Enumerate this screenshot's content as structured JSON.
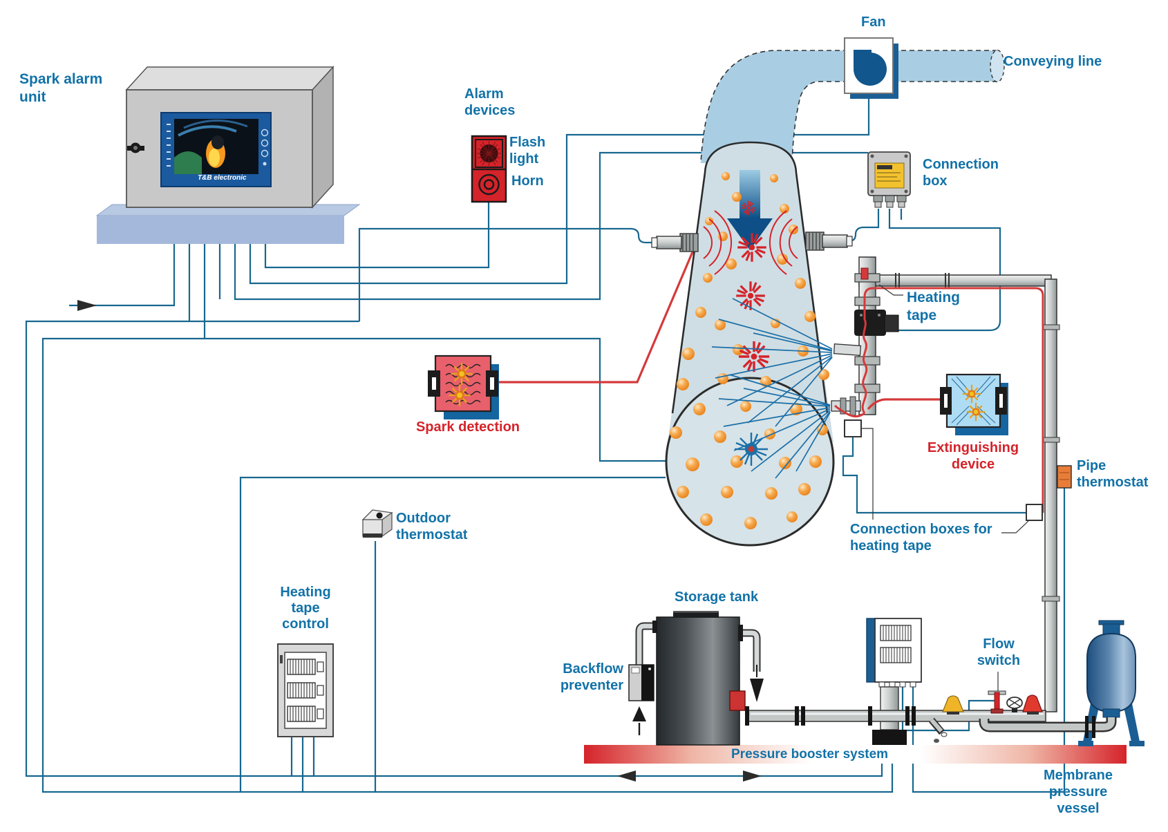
{
  "title": "Spark extinguishing system diagram",
  "labels": {
    "spark_alarm_unit": "Spark alarm\nunit",
    "alarm_devices": "Alarm\ndevices",
    "flash_light": "Flash\nlight",
    "horn": "Horn",
    "fan": "Fan",
    "conveying_line": "Conveying line",
    "connection_box": "Connection\nbox",
    "heating_tape": "Heating\ntape",
    "spark_detection": "Spark detection",
    "extinguishing_device": "Extinguishing\ndevice",
    "pipe_thermostat": "Pipe\nthermostat",
    "connection_boxes_for_heating_tape": "Connection boxes for\nheating tape",
    "outdoor_thermostat": "Outdoor\nthermostat",
    "heating_tape_control": "Heating\ntape\ncontrol",
    "storage_tank": "Storage tank",
    "backflow_preventer": "Backflow\npreventer",
    "flow_switch": "Flow\nswitch",
    "pressure_booster_system": "Pressure booster system",
    "membrane_pressure_vessel": "Membrane\npressure\nvessel",
    "screen_brand": "T&B electronic"
  },
  "colors": {
    "label_blue": "#1272a8",
    "label_red": "#d5232a",
    "wire_teal": "#17678f",
    "signal_red": "#d5393a",
    "duct_blue": "#a9cee4",
    "cone_fill": "#cfdee4",
    "spark_orange": "#f0921e",
    "detector_box_red": "#e8606b",
    "extinguish_box_blue": "#aedcf4",
    "shadow_blue": "#1565a0",
    "metal_gray": "#c6cbcb",
    "platform_blue": "#a3b8da",
    "thermostat_orange": "#e87d3a"
  }
}
